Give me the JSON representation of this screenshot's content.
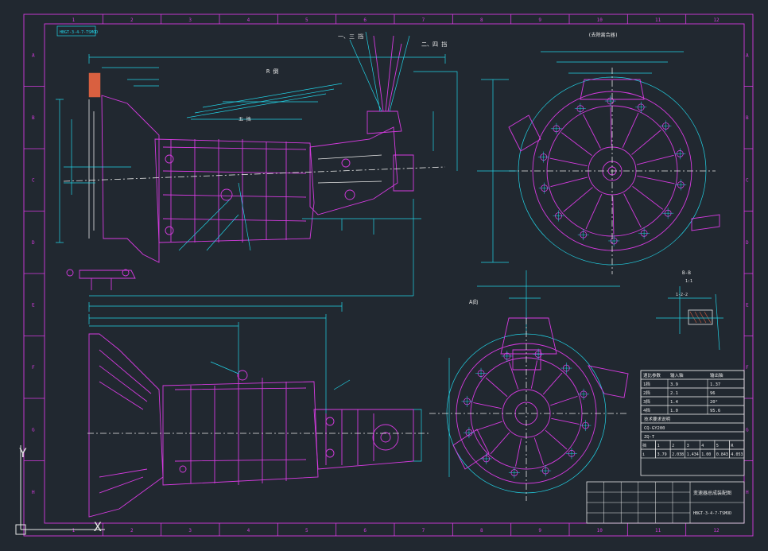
{
  "drawing": {
    "stamp": "HBGT-3-4-7-TSMOD",
    "view_note": "(去除离合器)",
    "gear_labels": {
      "g1": "一、三 挡",
      "g2": "二、四 挡",
      "g3": "R 倒",
      "g4": "五 挡"
    },
    "tags": {
      "a_dir": "A向",
      "section": "B-B",
      "scale": "1:1",
      "rev": "1-2-2"
    }
  },
  "border": {
    "cols": [
      "1",
      "2",
      "3",
      "4",
      "5",
      "6",
      "7",
      "8",
      "9",
      "10",
      "11",
      "12"
    ],
    "rows": [
      "A",
      "B",
      "C",
      "D",
      "E",
      "F",
      "G",
      "H"
    ]
  },
  "title_block": {
    "param_header": [
      "速比参数",
      "输入轴",
      "输出轴"
    ],
    "param_rows": [
      [
        "1挡",
        "3.9",
        "1.37"
      ],
      [
        "2挡",
        "2.1",
        "96"
      ],
      [
        "3挡",
        "1.4",
        "20°"
      ],
      [
        "4挡",
        "1.0",
        "95.6"
      ]
    ],
    "notes": [
      "技术要求说明",
      "CQ-GY200",
      "ZQ-T"
    ],
    "gear_table_header": [
      "挡",
      "1",
      "2",
      "3",
      "4",
      "5",
      "R"
    ],
    "gear_table_values": [
      "i",
      "3.79",
      "2.038",
      "1.434",
      "1.00",
      "0.843",
      "4.053"
    ],
    "drawing_name": "变速器总成装配图",
    "drawing_no": "HBGT-3-4-7-TSMOD"
  },
  "ucs": {
    "x": "X",
    "y": "Y"
  }
}
